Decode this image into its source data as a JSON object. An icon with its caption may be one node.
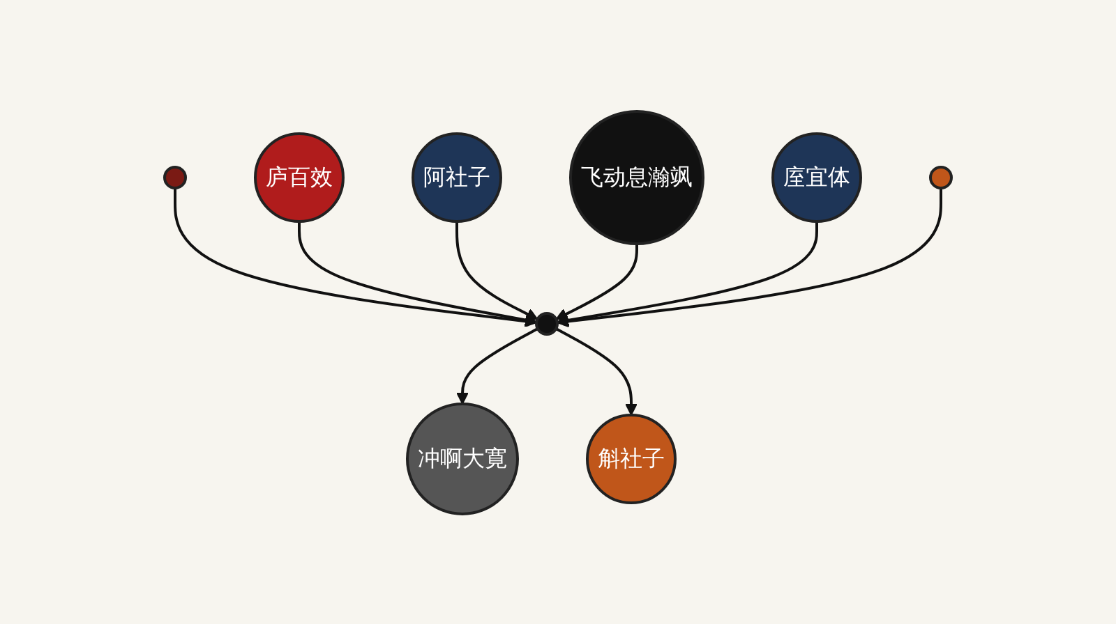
{
  "diagram": {
    "nodes": [
      {
        "text": [],
        "shape": "circle"
      },
      {
        "text": [
          "庐百效"
        ]
      },
      {
        "text": [
          "阿社子"
        ]
      },
      {
        "text": [],
        "shape": "circle"
      },
      {
        "text": [
          "冲啊大寛"
        ]
      },
      {
        "text": [
          "斛社子"
        ]
      },
      {
        "text": [
          "飞动息瀚飒"
        ]
      },
      {
        "text": [
          "庢宜体"
        ]
      },
      {
        "text": [],
        "shape": "circle"
      }
    ],
    "edges": [
      {
        "from": 0,
        "to": 3,
        "arrow": "to"
      },
      {
        "from": 1,
        "to": 3,
        "arrow": "to"
      },
      {
        "from": 2,
        "to": 3,
        "arrow": "to"
      },
      {
        "from": 3,
        "to": 4,
        "arrow": "to"
      },
      {
        "from": 3,
        "to": 5,
        "arrow": "to"
      },
      {
        "from": 6,
        "to": 3,
        "arrow": "to"
      },
      {
        "from": 7,
        "to": 3,
        "arrow": "to"
      },
      {
        "from": 8,
        "to": 3,
        "arrow": "to"
      }
    ]
  }
}
